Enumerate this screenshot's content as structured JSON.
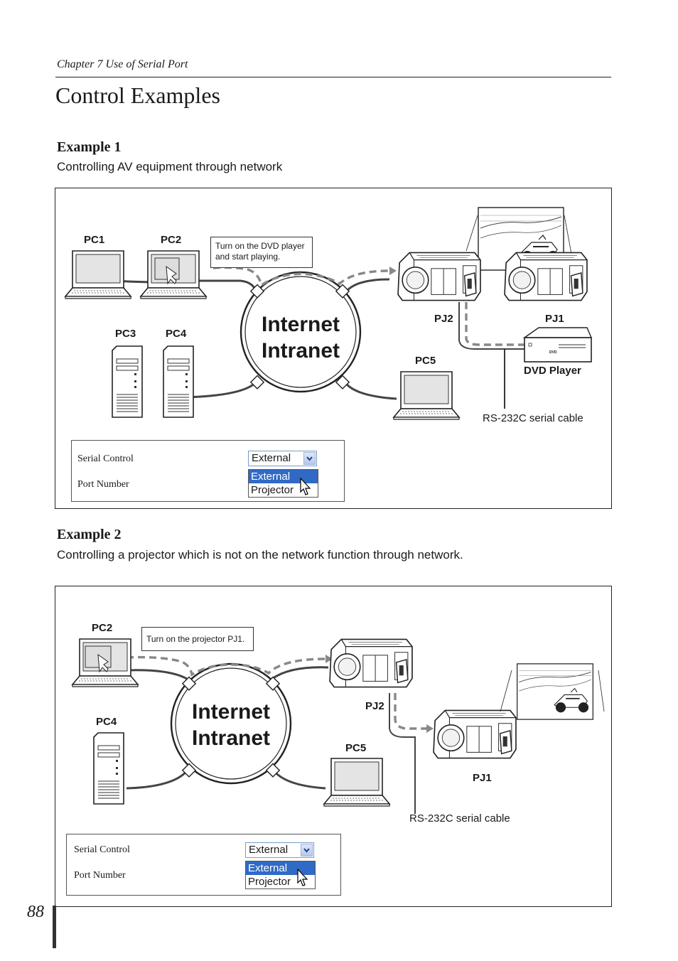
{
  "header": {
    "chapter": "Chapter 7 Use of Serial Port"
  },
  "page_title": "Control Examples",
  "page_number": "88",
  "example1": {
    "heading": "Example 1",
    "description": "Controlling AV equipment through network",
    "labels": {
      "pc1": "PC1",
      "pc2": "PC2",
      "pc3": "PC3",
      "pc4": "PC4",
      "pc5": "PC5",
      "pj1": "PJ1",
      "pj2": "PJ2",
      "dvd": "DVD Player",
      "cable": "RS-232C serial cable",
      "dvd_logo": "DVD"
    },
    "callout_line1": "Turn on the DVD player",
    "callout_line2": "and start playing.",
    "cloud_line1": "Internet",
    "cloud_line2": "Intranet",
    "panel": {
      "serial_control": "Serial Control",
      "port_number": "Port Number",
      "selected": "External",
      "options": [
        "External",
        "Projector"
      ]
    }
  },
  "example2": {
    "heading": "Example 2",
    "description": "Controlling a projector which is not on the network function through network.",
    "labels": {
      "pc2": "PC2",
      "pc4": "PC4",
      "pc5": "PC5",
      "pj1": "PJ1",
      "pj2": "PJ2",
      "cable": "RS-232C serial cable"
    },
    "callout": "Turn on the projector PJ1.",
    "cloud_line1": "Internet",
    "cloud_line2": "Intranet",
    "panel": {
      "serial_control": "Serial Control",
      "port_number": "Port Number",
      "selected": "External",
      "options": [
        "External",
        "Projector"
      ]
    }
  }
}
